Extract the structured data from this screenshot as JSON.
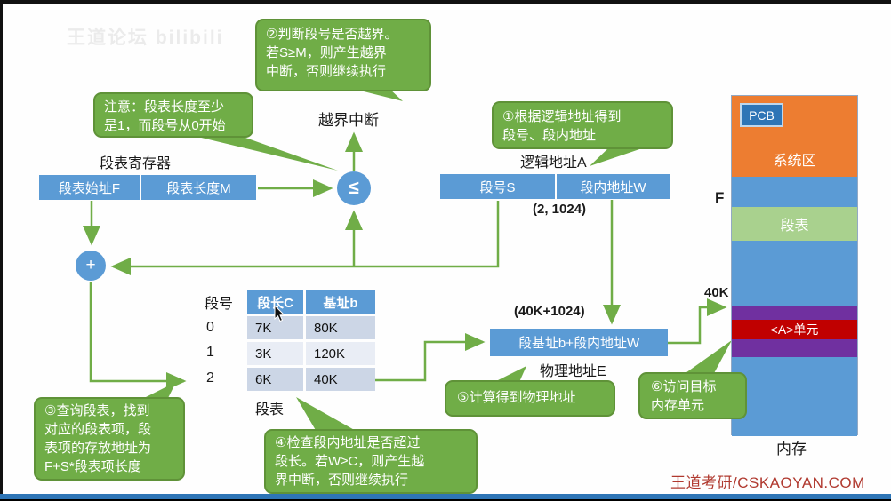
{
  "watermark": {
    "text": "王道论坛  bilibili"
  },
  "callouts": {
    "note": "注意：段表长度至少\n是1，而段号从0开始",
    "step1": "①根据逻辑地址得到\n段号、段内地址",
    "step2": "②判断段号是否越界。\n若S≥M，则产生越界\n中断，否则继续执行",
    "step3": "③查询段表，找到\n对应的段表项，段\n表项的存放地址为\nF+S*段表项长度",
    "step4": "④检查段内地址是否超过\n段长。若W≥C，则产生越\n界中断，否则继续执行",
    "step5": "⑤计算得到物理地址",
    "step6": "⑥访问目标\n内存单元"
  },
  "labels": {
    "interrupt": "越界中断",
    "seg_register": "段表寄存器",
    "logical_address": "逻辑地址A",
    "logical_value": "(2, 1024)",
    "physical_value": "(40K+1024)",
    "physical_address": "物理地址E",
    "seg_no": "段号",
    "seg_table": "段表",
    "f_pointer": "F",
    "addr_40k": "40K",
    "memory": "内存"
  },
  "boxes": {
    "register_left": "段表始址F",
    "register_right": "段表长度M",
    "logical_left": "段号S",
    "logical_right": "段内地址W",
    "physical": "段基址b+段内地址W",
    "le_symbol": "≤",
    "plus_symbol": "+"
  },
  "seg_table": {
    "headers": [
      "段长C",
      "基址b"
    ],
    "row_labels": [
      "0",
      "1",
      "2"
    ],
    "rows": [
      [
        "7K",
        "80K"
      ],
      [
        "3K",
        "120K"
      ],
      [
        "6K",
        "40K"
      ]
    ]
  },
  "memory": {
    "pcb": "PCB",
    "system_area": "系统区",
    "seg_table_block": "段表",
    "a_unit": "<A>单元"
  },
  "footer": {
    "brand": "王道考研/CSKAOYAN.COM"
  },
  "colors": {
    "box_blue": "#5b9bd5",
    "arrow_green": "#70ad47",
    "system_orange": "#ed7d31",
    "table_green": "#a9d18e",
    "strip_purple": "#7030a0",
    "strip_red": "#c00000",
    "brand_red": "#b0392f"
  }
}
